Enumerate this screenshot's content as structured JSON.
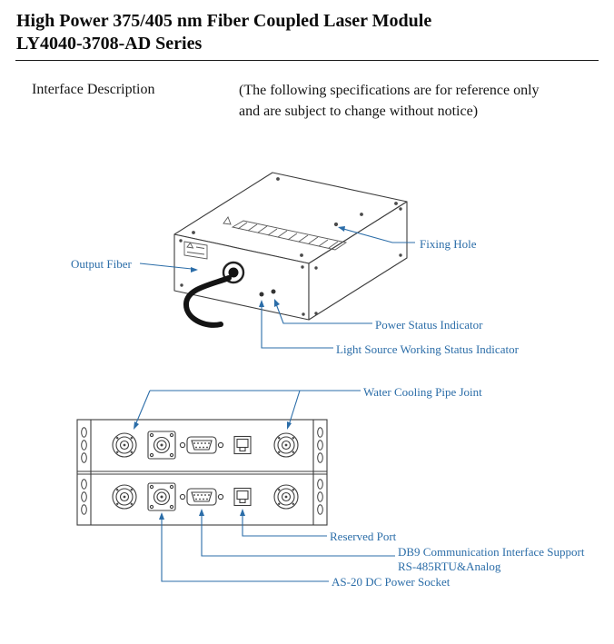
{
  "header": {
    "title_line1": "High Power 375/405 nm Fiber Coupled Laser Module",
    "title_line2": "LY4040-3708-AD Series"
  },
  "section": {
    "heading": "Interface Description",
    "note_line1": "(The following specifications are for reference only",
    "note_line2": "and are subject to change without notice)"
  },
  "diagrams": {
    "isometric": {
      "labels": {
        "output_fiber": "Output Fiber",
        "fixing_hole": "Fixing Hole",
        "power_status": "Power Status Indicator",
        "light_source_status": "Light Source Working Status Indicator"
      }
    },
    "rear_panel": {
      "labels": {
        "water_cooling": "Water Cooling Pipe Joint",
        "reserved_port": "Reserved Port",
        "db9_line1": "DB9 Communication Interface Support",
        "db9_line2": "RS-485RTU&Analog",
        "dc_power": "AS-20 DC Power Socket"
      }
    }
  },
  "colors": {
    "annotation_blue": "#2b6da8",
    "line_dark": "#3c3c3c"
  }
}
